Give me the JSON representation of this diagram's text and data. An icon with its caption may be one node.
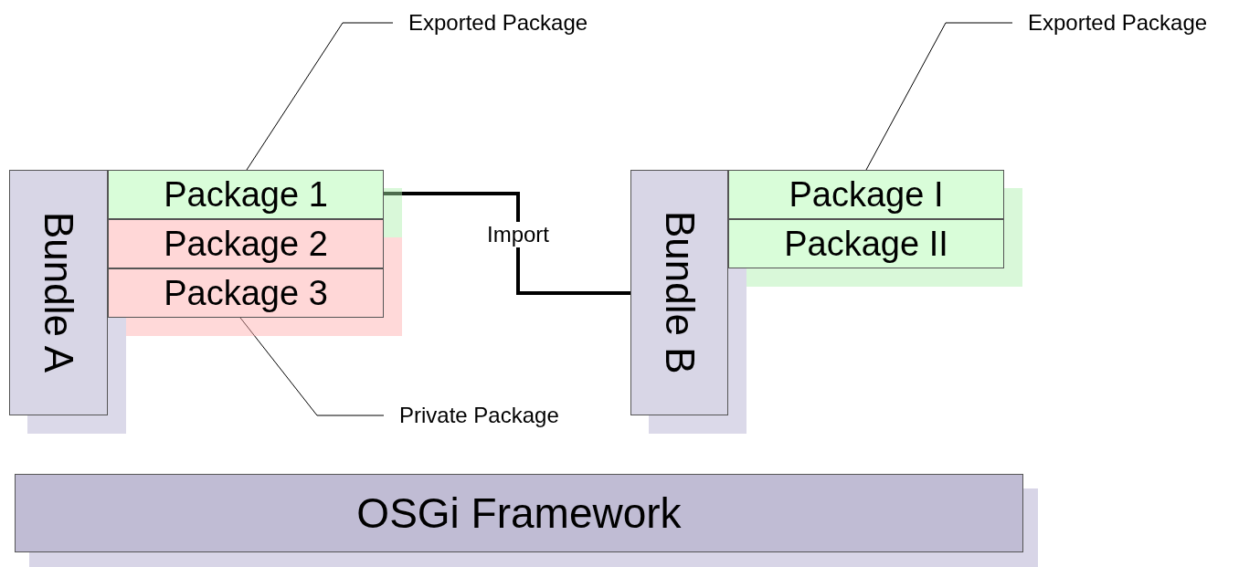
{
  "diagram": {
    "nodes": [
      {
        "text": [
          "Bundle A"
        ]
      },
      {
        "text": [
          "Package 1"
        ]
      },
      {
        "text": [
          "Package 2"
        ]
      },
      {
        "text": [
          "Package 3"
        ]
      },
      {
        "text": [
          "Bundle B"
        ]
      },
      {
        "text": [
          "Package I"
        ]
      },
      {
        "text": [
          "Package II"
        ]
      },
      {
        "text": [
          "OSGi Framework"
        ]
      },
      {
        "text": [
          "Exported Package"
        ]
      },
      {
        "text": [
          "Private Package"
        ]
      },
      {
        "text": [
          "Exported Package"
        ]
      }
    ],
    "edges": [
      {
        "from": 1,
        "to": 4,
        "arrow": "none",
        "label": "Import",
        "style": "thick"
      },
      {
        "from": 8,
        "to": 1,
        "arrow": "none"
      },
      {
        "from": 9,
        "to": 3,
        "arrow": "none"
      },
      {
        "from": 10,
        "to": 5,
        "arrow": "none"
      }
    ]
  }
}
